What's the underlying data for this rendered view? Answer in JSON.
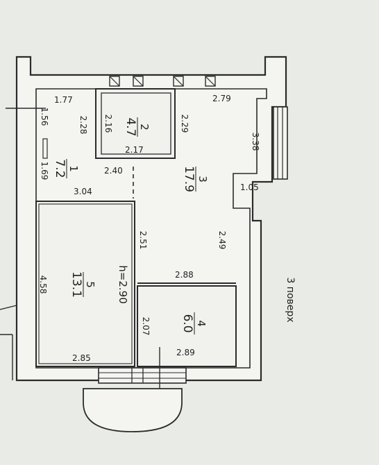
{
  "floor_label": "3 поверх",
  "rooms": [
    {
      "id": "1",
      "area": "7.2"
    },
    {
      "id": "2",
      "area": "4.7"
    },
    {
      "id": "3",
      "area": "17.9"
    },
    {
      "id": "4",
      "area": "6.0"
    },
    {
      "id": "5",
      "area": "13.1"
    }
  ],
  "height_label": "h=2.90",
  "dimensions": {
    "d177": "1.77",
    "d156": "1.56",
    "d228": "2.28",
    "d216": "2.16",
    "d229": "2.29",
    "d217": "2.17",
    "d279": "2.79",
    "d338": "3.38",
    "d169": "1.69",
    "d240": "2.40",
    "d105": "1.05",
    "d304": "3.04",
    "d251": "2.51",
    "d249": "2.49",
    "d458": "4.58",
    "d288": "2.88",
    "d207": "2.07",
    "d285": "2.85",
    "d289": "2.89"
  }
}
